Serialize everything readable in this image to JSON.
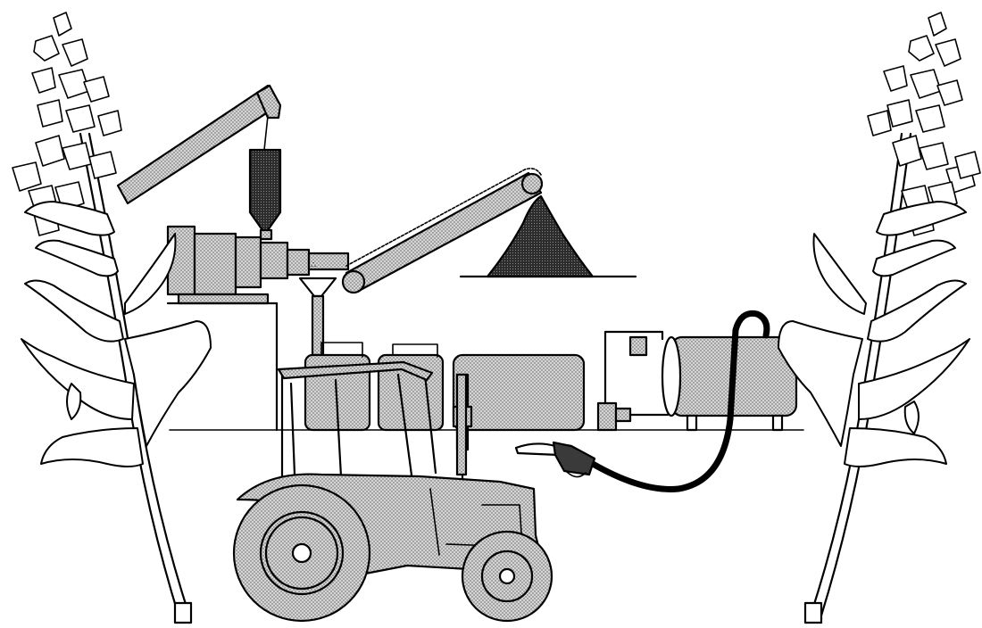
{
  "scene": {
    "caption": "",
    "stipple_fill": "#c8c8c8",
    "dark_fill": "#3a3a3a",
    "ink_color": "#000000",
    "paper_color": "#ffffff",
    "components": [
      "sorghum-plant-left",
      "grain-auger",
      "feed-hopper",
      "crusher-press",
      "juice-funnel",
      "bagasse-conveyor",
      "bagasse-pile",
      "fermentation-tanks",
      "distillation-column",
      "fuel-storage-tank",
      "fuel-hose",
      "fuel-nozzle",
      "tractor",
      "sorghum-plant-right"
    ]
  }
}
